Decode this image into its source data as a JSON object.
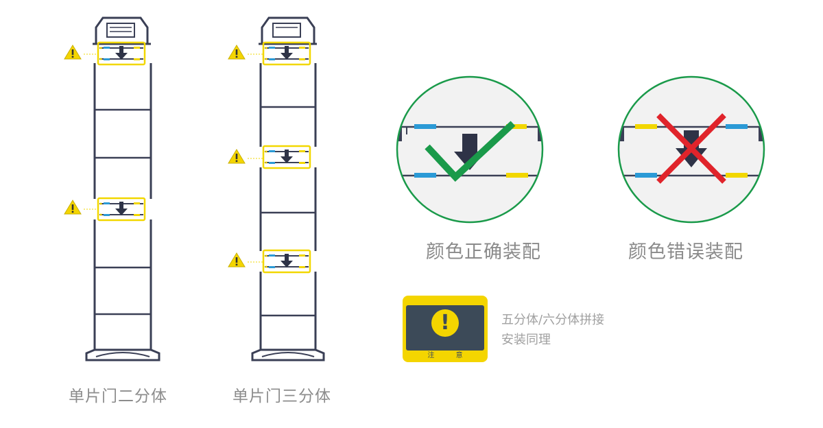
{
  "captions": {
    "two_section": "单片门二分体",
    "three_section": "单片门三分体",
    "correct": "颜色正确装配",
    "wrong": "颜色错误装配"
  },
  "note": {
    "card_label": "注 意",
    "badge_symbol": "!",
    "line1": "五分体/六分体拼接",
    "line2": "安装同理"
  },
  "icons": {
    "warning": "warning-triangle-icon",
    "arrow": "down-arrow-icon",
    "check": "check-mark-icon",
    "cross": "cross-mark-icon"
  },
  "colors": {
    "frame": "#3a3f55",
    "highlight": "#f2d700",
    "connector_blue": "#2b9ad6",
    "connector_yellow": "#f2d700",
    "correct_ring": "#1a9a4a",
    "check": "#1a9a4a",
    "cross": "#e0242b",
    "zoom_bg": "#f2f2f2"
  }
}
